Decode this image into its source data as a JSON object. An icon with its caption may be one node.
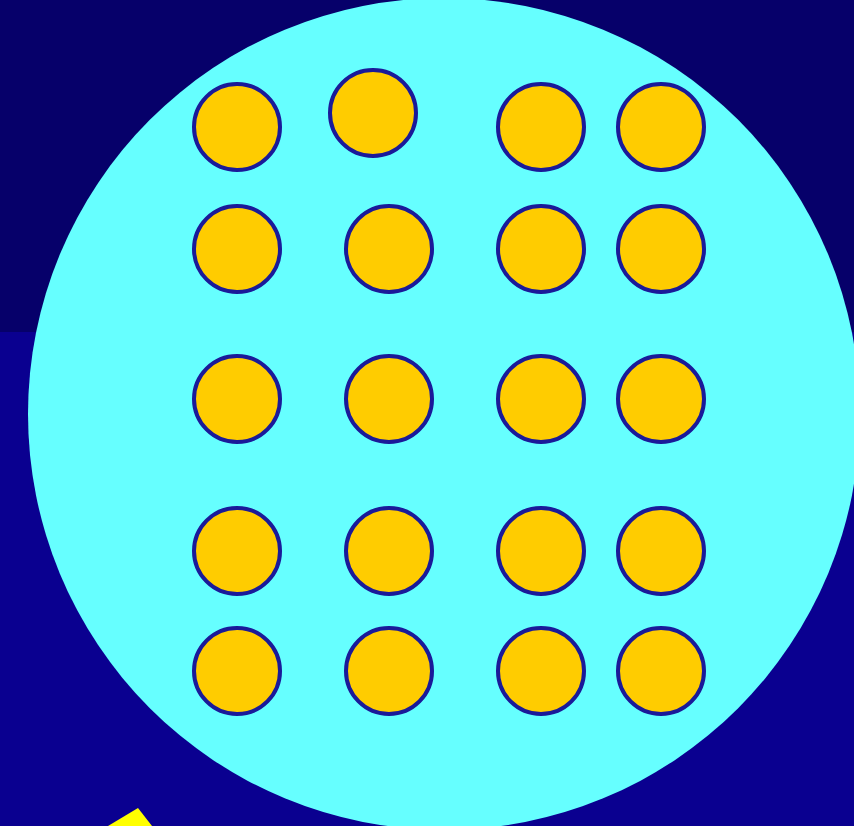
{
  "diagram": {
    "nodes": [
      {
        "text": [],
        "shape": "circle"
      },
      {
        "text": [],
        "shape": "circle",
        "in": 0
      },
      {
        "text": [],
        "shape": "circle",
        "in": 0
      },
      {
        "text": [],
        "shape": "circle",
        "in": 0
      },
      {
        "text": [],
        "shape": "circle",
        "in": 0
      },
      {
        "text": [],
        "shape": "circle",
        "in": 0
      },
      {
        "text": [],
        "shape": "circle",
        "in": 0
      },
      {
        "text": [],
        "shape": "circle",
        "in": 0
      },
      {
        "text": [],
        "shape": "circle",
        "in": 0
      },
      {
        "text": [],
        "shape": "circle",
        "in": 0
      },
      {
        "text": [],
        "shape": "circle",
        "in": 0
      },
      {
        "text": [],
        "shape": "circle",
        "in": 0
      },
      {
        "text": [],
        "shape": "circle",
        "in": 0
      },
      {
        "text": [],
        "shape": "circle",
        "in": 0
      },
      {
        "text": [],
        "shape": "circle",
        "in": 0
      },
      {
        "text": [],
        "shape": "circle",
        "in": 0
      },
      {
        "text": [],
        "shape": "circle",
        "in": 0
      },
      {
        "text": [],
        "shape": "circle",
        "in": 0
      },
      {
        "text": [],
        "shape": "circle",
        "in": 0
      },
      {
        "text": [],
        "shape": "circle",
        "in": 0
      },
      {
        "text": [],
        "shape": "circle",
        "in": 0
      }
    ]
  }
}
